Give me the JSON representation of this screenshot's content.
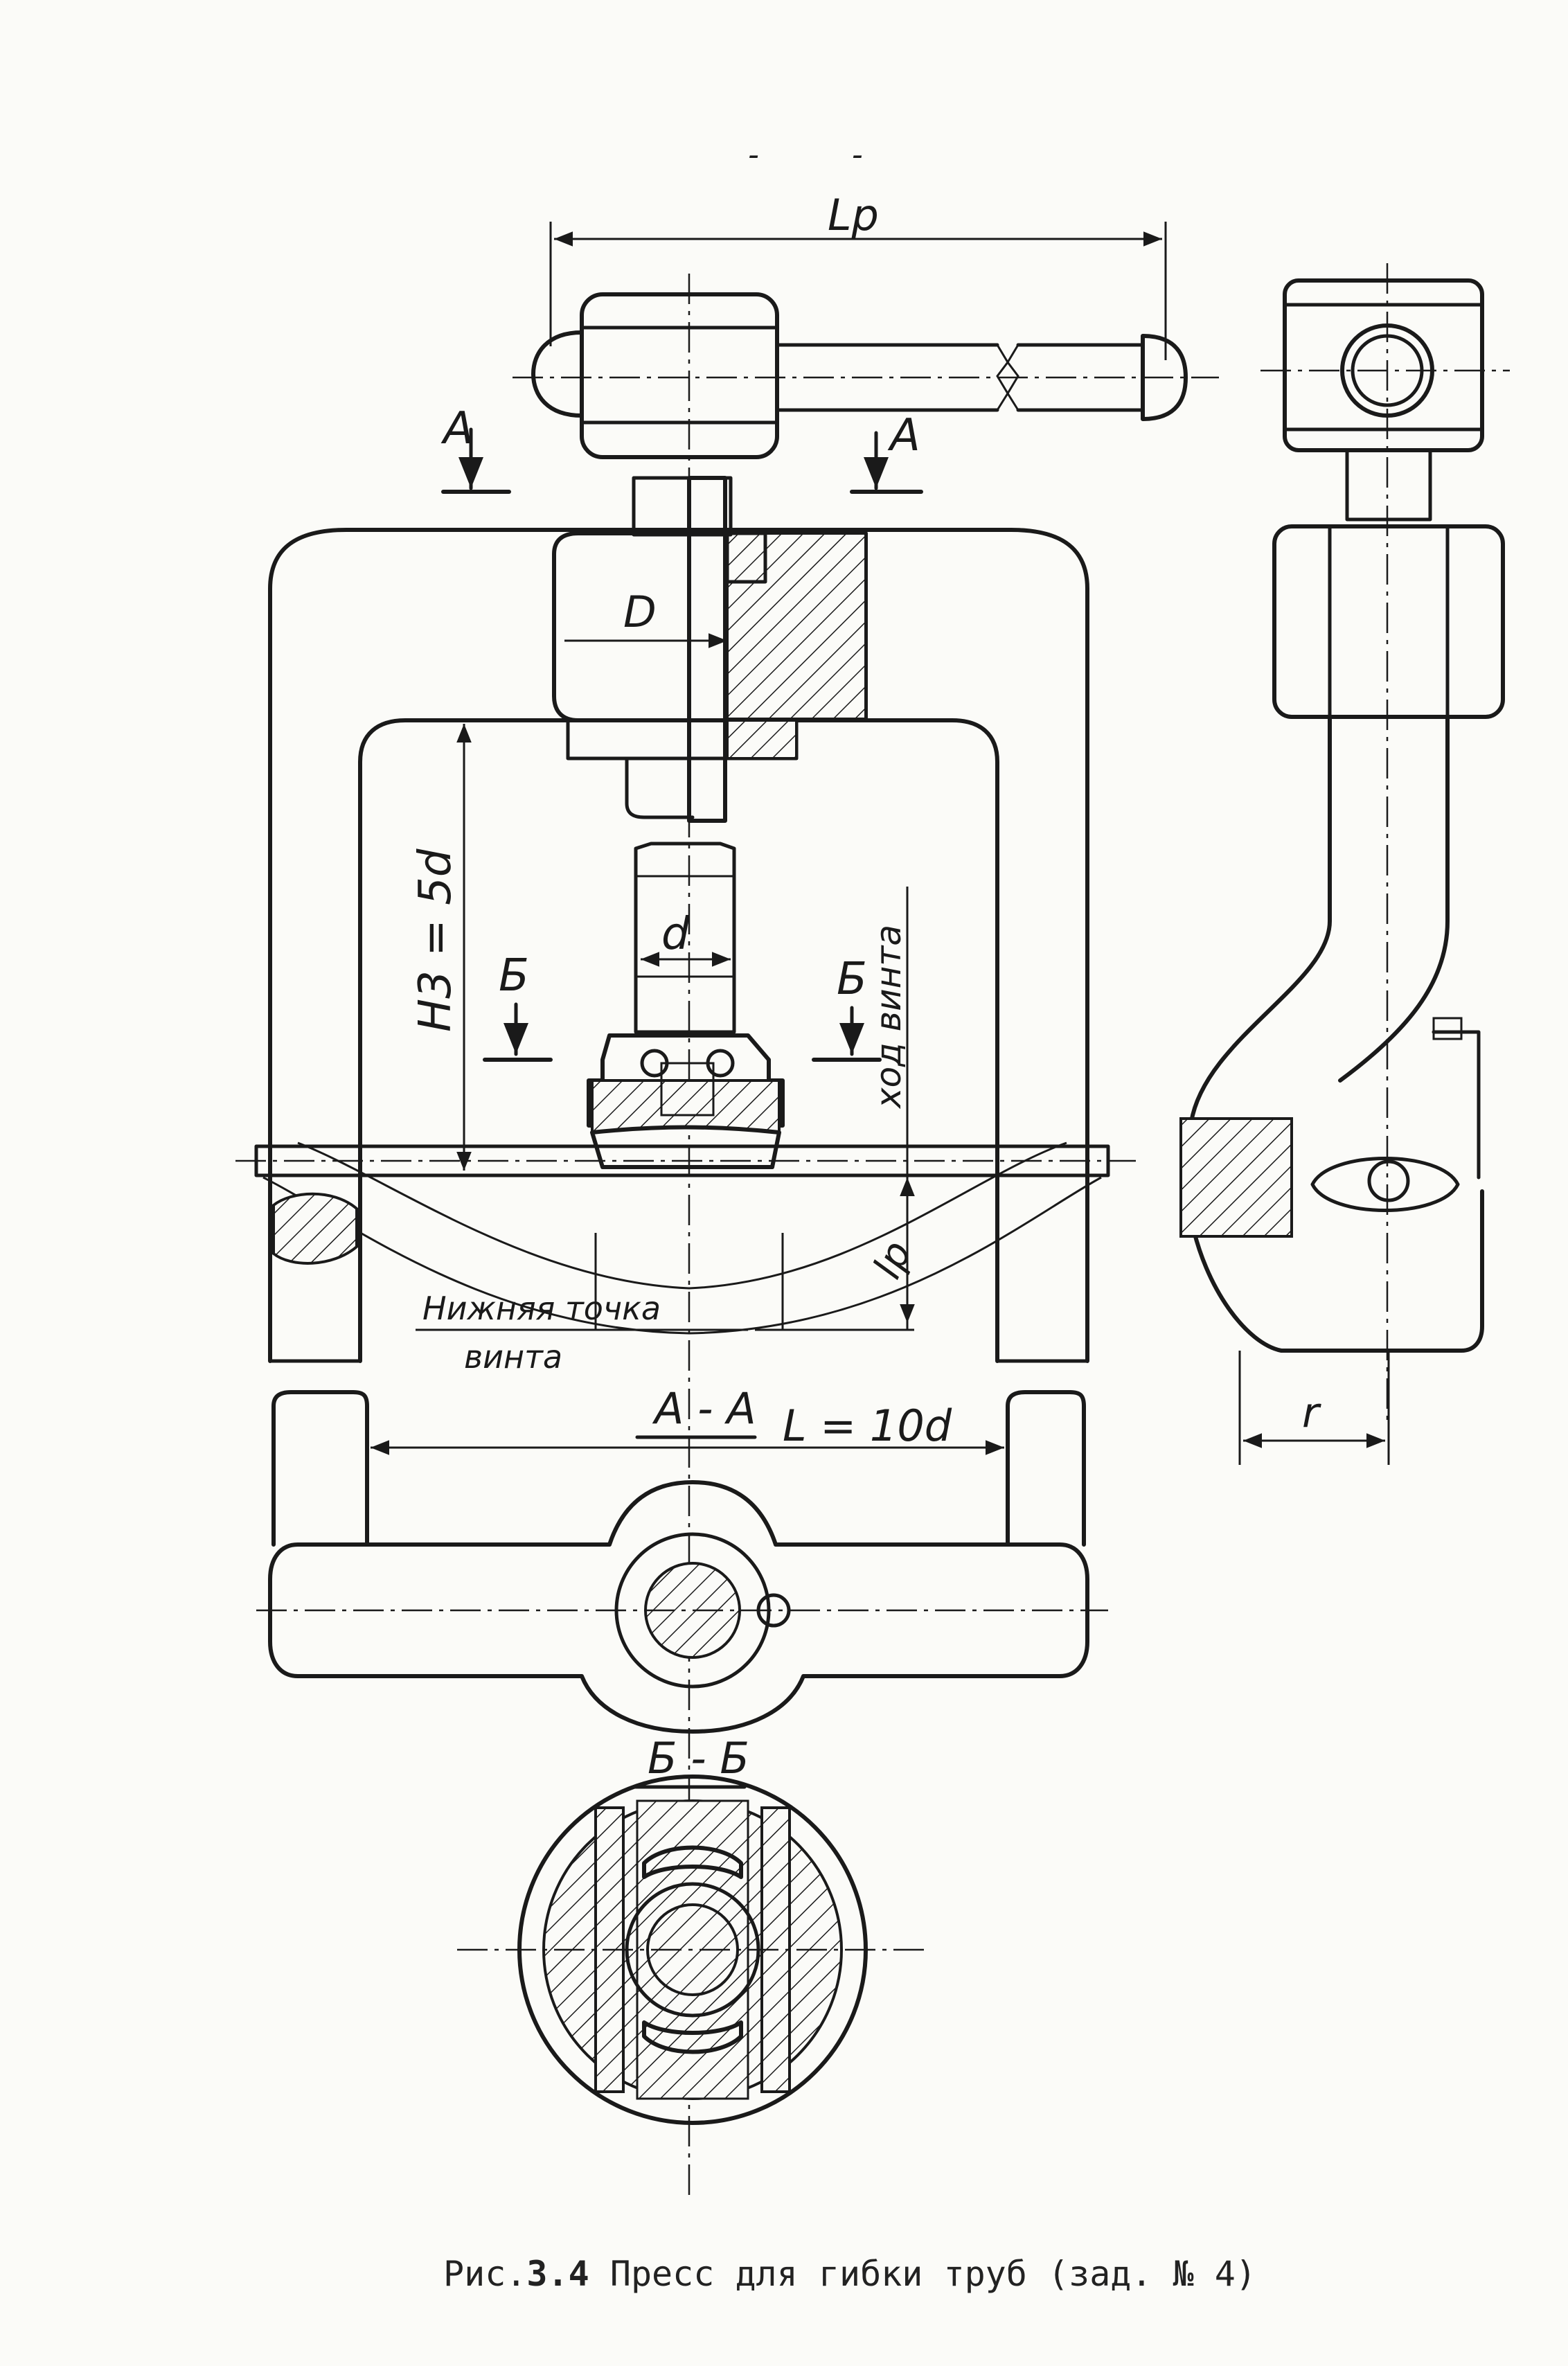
{
  "top_marks": "- -",
  "dimensions": {
    "Lp": "Lp",
    "D": "D",
    "d": "d",
    "H3": "H3 = 5d",
    "lp": "lp",
    "L": "L = 10d",
    "r": "r"
  },
  "section_marks": {
    "A_left": "А",
    "A_right": "А",
    "B_left": "Б",
    "B_right": "Б"
  },
  "annotations": {
    "screw_stroke": "ход винта",
    "lower_point_1": "Нижняя точка",
    "lower_point_2": "винта"
  },
  "section_titles": {
    "AA": "А - А",
    "BB": "Б - Б"
  },
  "caption": {
    "prefix": "Рис.",
    "number": "3.4",
    "text": " Пресс для гибки труб (зад. № 4)"
  }
}
